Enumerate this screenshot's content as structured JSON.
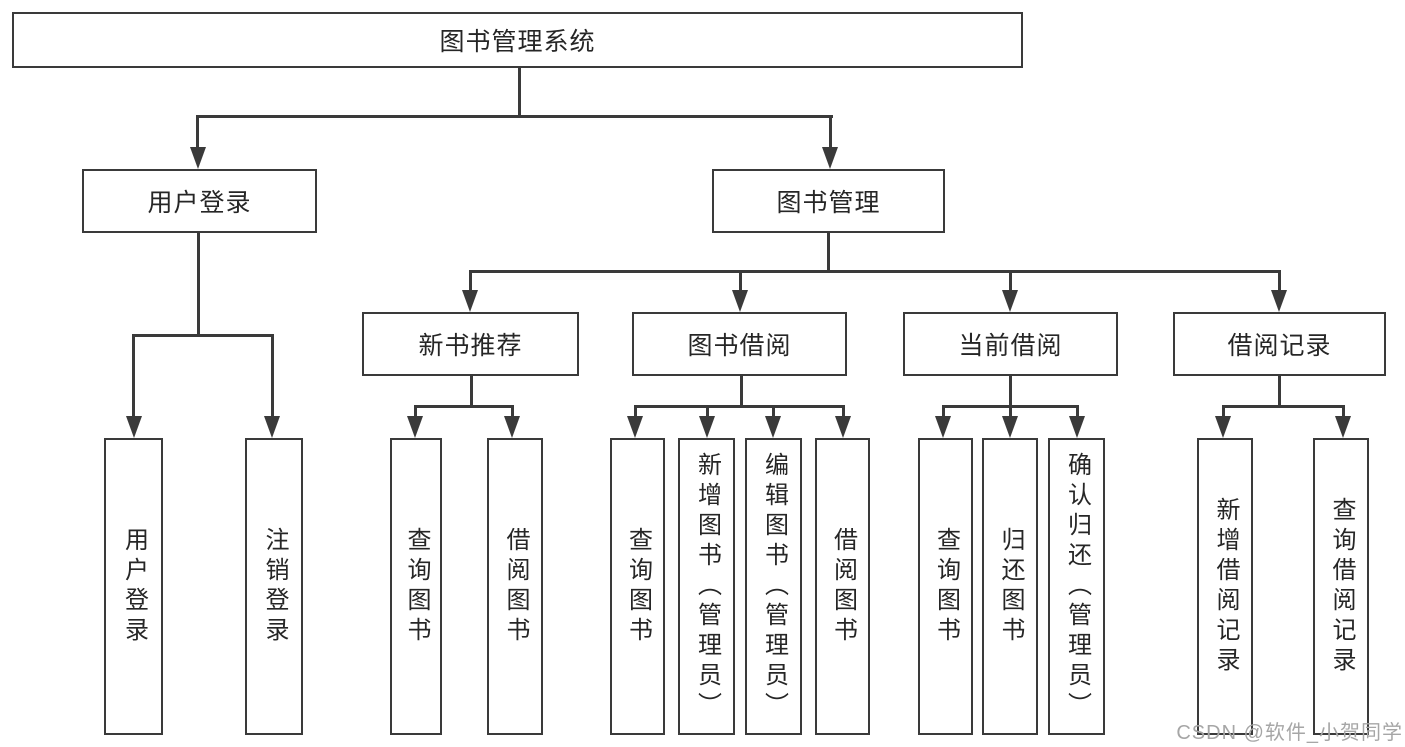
{
  "nodes": {
    "root": "图书管理系统",
    "user_login": "用户登录",
    "book_mgmt": "图书管理",
    "login": "用户登录",
    "logout": "注销登录",
    "new_book": "新书推荐",
    "book_borrow": "图书借阅",
    "current_borrow": "当前借阅",
    "borrow_record": "借阅记录",
    "nb_query": "查询图书",
    "nb_borrow": "借阅图书",
    "bb_query": "查询图书",
    "bb_add": "新增图书（管理员）",
    "bb_edit": "编辑图书（管理员）",
    "bb_borrow": "借阅图书",
    "cb_query": "查询图书",
    "cb_return": "归还图书",
    "cb_confirm": "确认归还（管理员）",
    "br_add": "新增借阅记录",
    "br_query": "查询借阅记录"
  },
  "watermark": "CSDN @软件_小贺同学",
  "colors": {
    "line": "#3a3a3a",
    "text": "#262626",
    "watermark": "#a6a6a6",
    "background": "#ffffff"
  }
}
